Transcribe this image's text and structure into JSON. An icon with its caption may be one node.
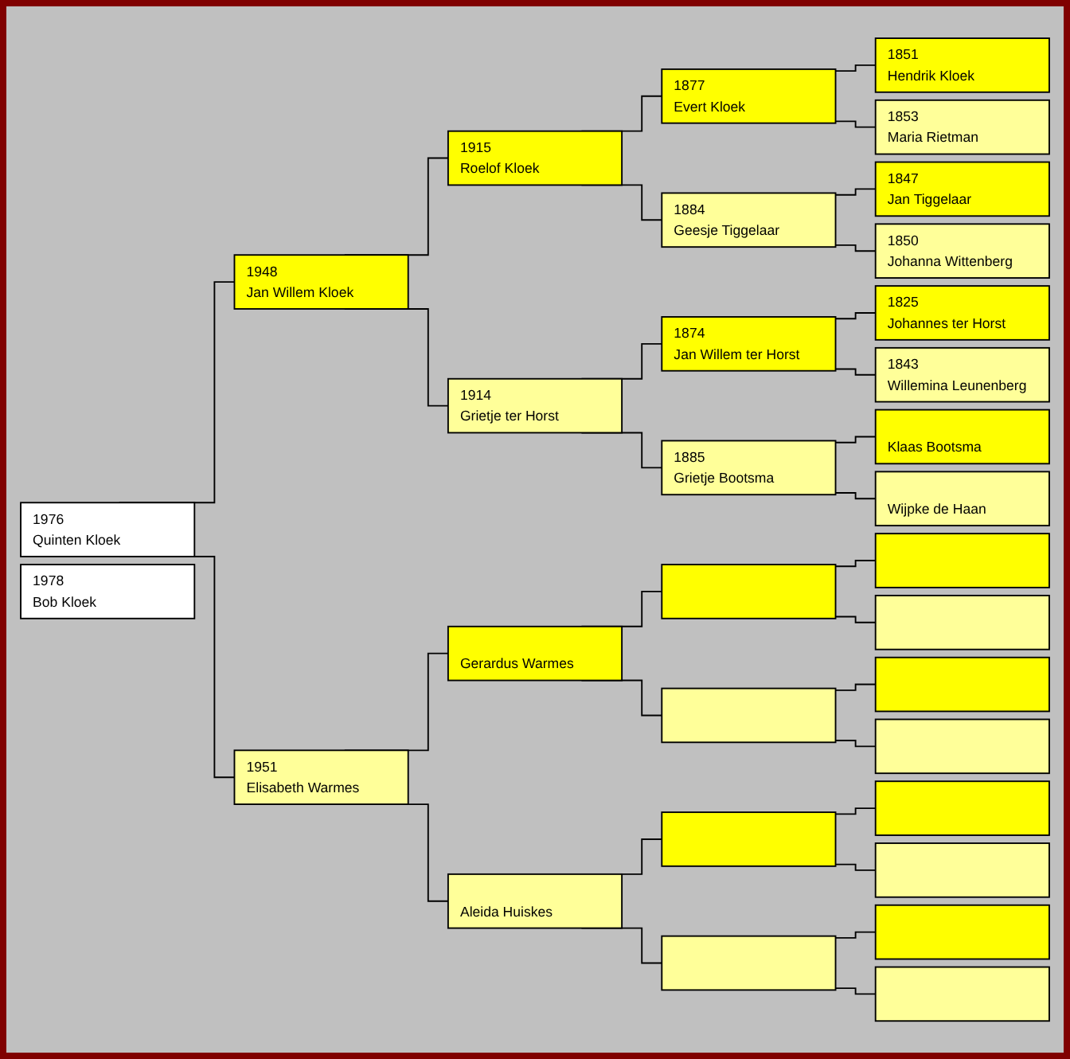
{
  "diagram": {
    "nodes": [
      {
        "text": [
          "1976",
          "Quinten Kloek"
        ]
      },
      {
        "text": [
          "1978",
          "Bob Kloek"
        ]
      },
      {
        "text": [
          "1948",
          "Jan Willem Kloek"
        ]
      },
      {
        "text": [
          "1951",
          "Elisabeth Warmes"
        ]
      },
      {
        "text": [
          "1915",
          "Roelof Kloek"
        ]
      },
      {
        "text": [
          "1914",
          "Grietje ter Horst"
        ]
      },
      {
        "text": [
          "Gerardus Warmes"
        ]
      },
      {
        "text": [
          "Aleida Huiskes"
        ]
      },
      {
        "text": [
          "1877",
          "Evert Kloek"
        ]
      },
      {
        "text": [
          "1884",
          "Geesje Tiggelaar"
        ]
      },
      {
        "text": [
          "1874",
          "Jan Willem ter Horst"
        ]
      },
      {
        "text": [
          "1885",
          "Grietje Bootsma"
        ]
      },
      {
        "text": [],
        "shape": "box"
      },
      {
        "text": [],
        "shape": "box"
      },
      {
        "text": [],
        "shape": "box"
      },
      {
        "text": [],
        "shape": "box"
      },
      {
        "text": [
          "1851",
          "Hendrik Kloek"
        ]
      },
      {
        "text": [
          "1853",
          "Maria Rietman"
        ]
      },
      {
        "text": [
          "1847",
          "Jan Tiggelaar"
        ]
      },
      {
        "text": [
          "1850",
          "Johanna Wittenberg"
        ]
      },
      {
        "text": [
          "1825",
          "Johannes ter Horst"
        ]
      },
      {
        "text": [
          "1843",
          "Willemina Leunenberg"
        ]
      },
      {
        "text": [
          "Klaas Bootsma"
        ]
      },
      {
        "text": [
          "Wijpke de Haan"
        ]
      },
      {
        "text": [],
        "shape": "box"
      },
      {
        "text": [],
        "shape": "box"
      },
      {
        "text": [],
        "shape": "box"
      },
      {
        "text": [],
        "shape": "box"
      },
      {
        "text": [],
        "shape": "box"
      },
      {
        "text": [],
        "shape": "box"
      },
      {
        "text": [],
        "shape": "box"
      },
      {
        "text": [],
        "shape": "box"
      }
    ],
    "edges": [
      {
        "from": 0,
        "to": 2,
        "arrow": "none"
      },
      {
        "from": 0,
        "to": 3,
        "arrow": "none"
      },
      {
        "from": 2,
        "to": 4,
        "arrow": "none"
      },
      {
        "from": 2,
        "to": 5,
        "arrow": "none"
      },
      {
        "from": 3,
        "to": 6,
        "arrow": "none"
      },
      {
        "from": 3,
        "to": 7,
        "arrow": "none"
      },
      {
        "from": 4,
        "to": 8,
        "arrow": "none"
      },
      {
        "from": 4,
        "to": 9,
        "arrow": "none"
      },
      {
        "from": 5,
        "to": 10,
        "arrow": "none"
      },
      {
        "from": 5,
        "to": 11,
        "arrow": "none"
      },
      {
        "from": 6,
        "to": 12,
        "arrow": "none"
      },
      {
        "from": 6,
        "to": 13,
        "arrow": "none"
      },
      {
        "from": 7,
        "to": 14,
        "arrow": "none"
      },
      {
        "from": 7,
        "to": 15,
        "arrow": "none"
      },
      {
        "from": 8,
        "to": 16,
        "arrow": "none"
      },
      {
        "from": 8,
        "to": 17,
        "arrow": "none"
      },
      {
        "from": 9,
        "to": 18,
        "arrow": "none"
      },
      {
        "from": 9,
        "to": 19,
        "arrow": "none"
      },
      {
        "from": 10,
        "to": 20,
        "arrow": "none"
      },
      {
        "from": 10,
        "to": 21,
        "arrow": "none"
      },
      {
        "from": 11,
        "to": 22,
        "arrow": "none"
      },
      {
        "from": 11,
        "to": 23,
        "arrow": "none"
      },
      {
        "from": 12,
        "to": 24,
        "arrow": "none"
      },
      {
        "from": 12,
        "to": 25,
        "arrow": "none"
      },
      {
        "from": 13,
        "to": 26,
        "arrow": "none"
      },
      {
        "from": 13,
        "to": 27,
        "arrow": "none"
      },
      {
        "from": 14,
        "to": 28,
        "arrow": "none"
      },
      {
        "from": 14,
        "to": 29,
        "arrow": "none"
      },
      {
        "from": 15,
        "to": 30,
        "arrow": "none"
      },
      {
        "from": 15,
        "to": 31,
        "arrow": "none"
      }
    ]
  }
}
